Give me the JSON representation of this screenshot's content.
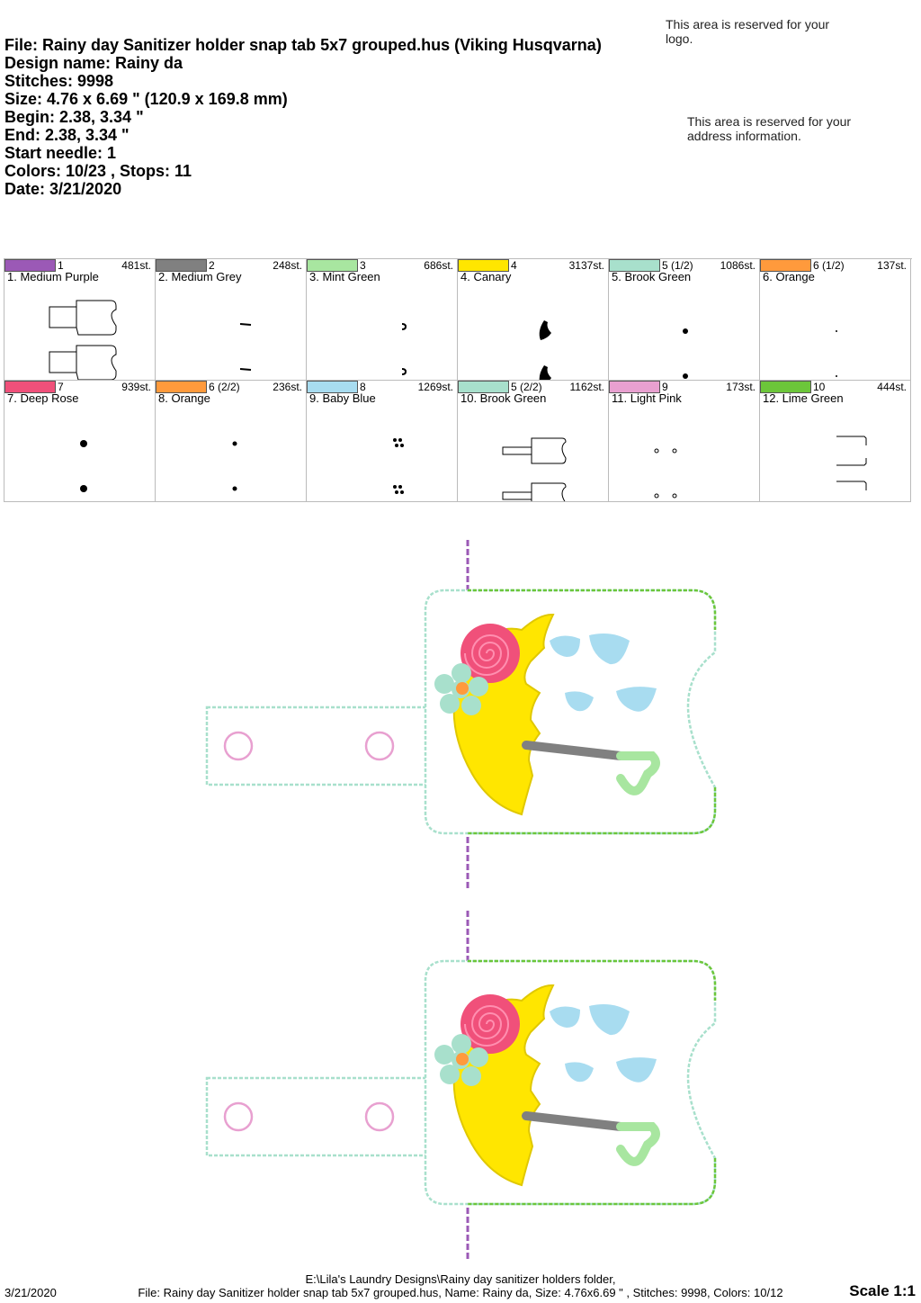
{
  "header": {
    "file": "File: Rainy day Sanitizer holder snap tab 5x7 grouped.hus  (Viking Husqvarna)",
    "design_name": "Design name: Rainy da",
    "stitches": "Stitches: 9998",
    "size": "Size: 4.76 x 6.69 \" (120.9 x 169.8 mm)",
    "begin": "Begin: 2.38, 3.34 \"",
    "end": "End: 2.38, 3.34 \"",
    "start_needle": "Start needle: 1",
    "colors": "Colors: 10/23 , Stops: 11",
    "date": "Date: 3/21/2020"
  },
  "reserved": {
    "logo": "This area is reserved for your logo.",
    "address": "This area is reserved for your address information."
  },
  "color_stops": [
    {
      "num": "1",
      "stitches": "481st.",
      "name": "1. Medium Purple",
      "color": "#9b59b6",
      "thumb": "outline"
    },
    {
      "num": "2",
      "stitches": "248st.",
      "name": "2. Medium Grey",
      "color": "#808080",
      "thumb": "handle"
    },
    {
      "num": "3",
      "stitches": "686st.",
      "name": "3. Mint Green",
      "color": "#a8e6a0",
      "thumb": "hook"
    },
    {
      "num": "4",
      "stitches": "3137st.",
      "name": "4. Canary",
      "color": "#ffe600",
      "thumb": "umbrella"
    },
    {
      "num": "5 (1/2)",
      "stitches": "1086st.",
      "name": "5. Brook Green",
      "color": "#a8e0cc",
      "thumb": "flower"
    },
    {
      "num": "6 (1/2)",
      "stitches": "137st.",
      "name": "6. Orange",
      "color": "#ff9a3c",
      "thumb": "dot"
    },
    {
      "num": "7",
      "stitches": "939st.",
      "name": "7. Deep Rose",
      "color": "#f0507a",
      "thumb": "rose"
    },
    {
      "num": "6 (2/2)",
      "stitches": "236st.",
      "name": "8. Orange",
      "color": "#ff9a3c",
      "thumb": "smalldot"
    },
    {
      "num": "8",
      "stitches": "1269st.",
      "name": "9. Baby Blue",
      "color": "#a8dcf0",
      "thumb": "drops"
    },
    {
      "num": "5 (2/2)",
      "stitches": "1162st.",
      "name": "10. Brook Green",
      "color": "#a8e0cc",
      "thumb": "outline2"
    },
    {
      "num": "9",
      "stitches": "173st.",
      "name": "11. Light Pink",
      "color": "#e8a0d0",
      "thumb": "circles"
    },
    {
      "num": "10",
      "stitches": "444st.",
      "name": "12. Lime Green",
      "color": "#6cc63a",
      "thumb": "brackets"
    }
  ],
  "footer": {
    "path": "E:\\Lila's Laundry Designs\\Rainy day sanitizer holders folder,",
    "file_line": "File: Rainy day Sanitizer holder snap tab 5x7 grouped.hus, Name: Rainy da, Size: 4.76x6.69 \" , Stitches: 9998, Colors: 10/12",
    "date": "3/21/2020",
    "scale": "Scale 1:1"
  }
}
